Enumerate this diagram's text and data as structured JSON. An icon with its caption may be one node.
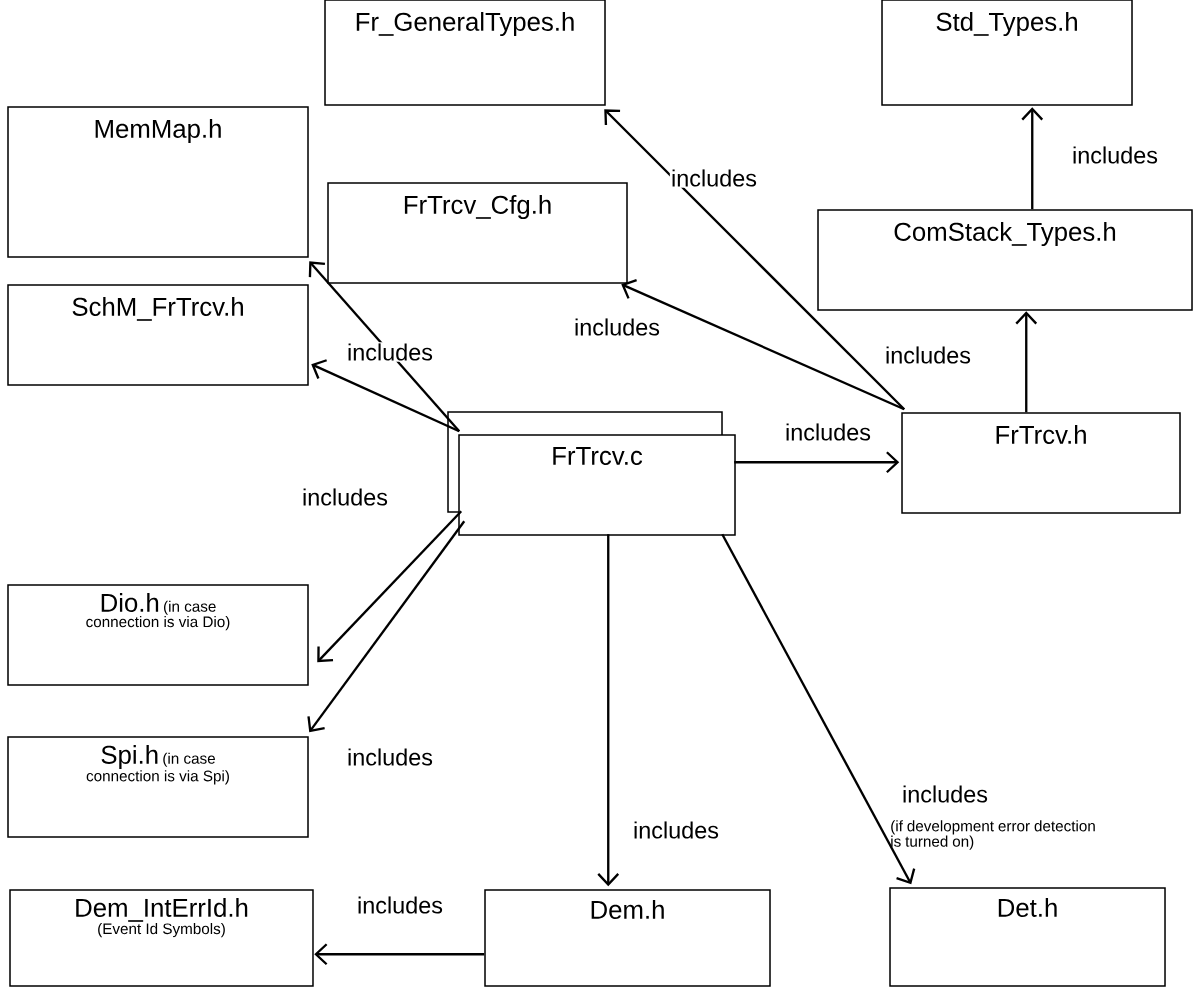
{
  "diagram": {
    "nodes": [
      {
        "text": [
          "Fr_GeneralTypes.h"
        ]
      },
      {
        "text": [
          "Std_Types.h"
        ]
      },
      {
        "text": [
          "MemMap.h"
        ]
      },
      {
        "text": [
          "FrTrcv_Cfg.h"
        ]
      },
      {
        "text": [
          "ComStack_Types.h"
        ]
      },
      {
        "text": [
          "SchM_FrTrcv.h"
        ]
      },
      {
        "text": [
          "FrTrcv.c"
        ]
      },
      {
        "text": [
          "FrTrcv.h"
        ]
      },
      {
        "text": [
          "Dio.h",
          "(in case connection is via Dio)"
        ]
      },
      {
        "text": [
          "Spi.h",
          "(in case connection is via Spi)"
        ]
      },
      {
        "text": [
          "Dem_IntErrId.h",
          "(Event Id Symbols)"
        ]
      },
      {
        "text": [
          "Dem.h"
        ]
      },
      {
        "text": [
          "Det.h"
        ]
      }
    ],
    "edges": [
      {
        "from": 6,
        "to": 2,
        "arrow": "to"
      },
      {
        "from": 6,
        "to": 5,
        "arrow": "to",
        "label": "includes"
      },
      {
        "from": 7,
        "to": 3,
        "arrow": "to",
        "label": "includes"
      },
      {
        "from": 7,
        "to": 0,
        "arrow": "to",
        "label": "includes"
      },
      {
        "from": 7,
        "to": 4,
        "arrow": "to",
        "label": "includes"
      },
      {
        "from": 4,
        "to": 1,
        "arrow": "to",
        "label": "includes"
      },
      {
        "from": 6,
        "to": 7,
        "arrow": "to",
        "label": "includes"
      },
      {
        "from": 6,
        "to": 8,
        "arrow": "to",
        "label": "includes"
      },
      {
        "from": 6,
        "to": 9,
        "arrow": "to",
        "label": "includes"
      },
      {
        "from": 6,
        "to": 11,
        "arrow": "to",
        "label": "includes"
      },
      {
        "from": 6,
        "to": 12,
        "arrow": "to",
        "label": "includes"
      },
      {
        "from": 11,
        "to": 10,
        "arrow": "to",
        "label": "includes"
      }
    ],
    "labels": [
      "(if development error detection is turned on)"
    ]
  }
}
